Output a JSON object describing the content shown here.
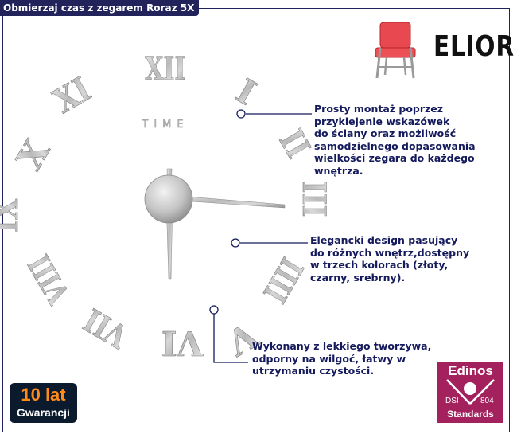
{
  "title": "Obmierzaj czas z zegarem Roraz 5X",
  "clock": {
    "numerals": [
      "XII",
      "I",
      "II",
      "III",
      "IIII",
      "V",
      "VI",
      "VII",
      "VIII",
      "IX",
      "X",
      "XI"
    ],
    "center_word": "TIME"
  },
  "brand": {
    "name": "ELIOR"
  },
  "callouts": [
    {
      "lines": [
        "Prosty montaż poprzez",
        "przyklejenie wskazówek",
        "do ściany oraz możliwość",
        "samodzielnego dopasowania",
        "wielkości zegara do każdego",
        "wnętrza."
      ]
    },
    {
      "lines": [
        "Elegancki design pasujący",
        "do różnych wnętrz,dostępny",
        "w trzech kolorach (złoty,",
        "czarny, srebrny)."
      ]
    },
    {
      "lines": [
        "Wykonany z lekkiego tworzywa,",
        "odporny na wilgoć, łatwy w",
        "utrzymaniu czystości."
      ]
    }
  ],
  "warranty": {
    "line1": "10 lat",
    "line2": "Gwarancji"
  },
  "certificate": {
    "top": "Edinos",
    "dsi": "DSI",
    "number": "804",
    "bottom": "Standards"
  },
  "colors": {
    "accent": "#23235b",
    "warranty_orange": "#ff8a1a",
    "cert_magenta": "#a3225e"
  }
}
